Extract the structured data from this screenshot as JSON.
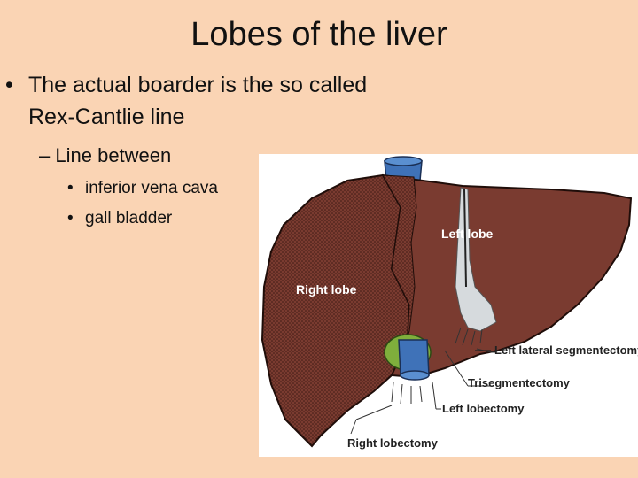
{
  "slide": {
    "title": "Lobes of the liver",
    "bullets": {
      "main_line1": "The actual boarder is the so called",
      "main_line2": "Rex-Cantlie line",
      "sub": "Line between",
      "items": [
        "inferior vena cava",
        "gall bladder"
      ]
    },
    "bullet_symbol": "•",
    "dash_symbol": "–"
  },
  "figure": {
    "labels": {
      "left_lobe": "Left lobe",
      "right_lobe": "Right lobe",
      "lateral_segmentectomy": "Left lateral segmentectomy",
      "trisegmentectomy": "Trisegmentectomy",
      "left_lobectomy": "Left lobectomy",
      "right_lobectomy": "Right lobectomy"
    },
    "colors": {
      "liver": "#7a3b30",
      "vena_cava": "#3f72b8",
      "gall_bladder": "#7fae3c",
      "ligament": "#d6dadd"
    }
  }
}
